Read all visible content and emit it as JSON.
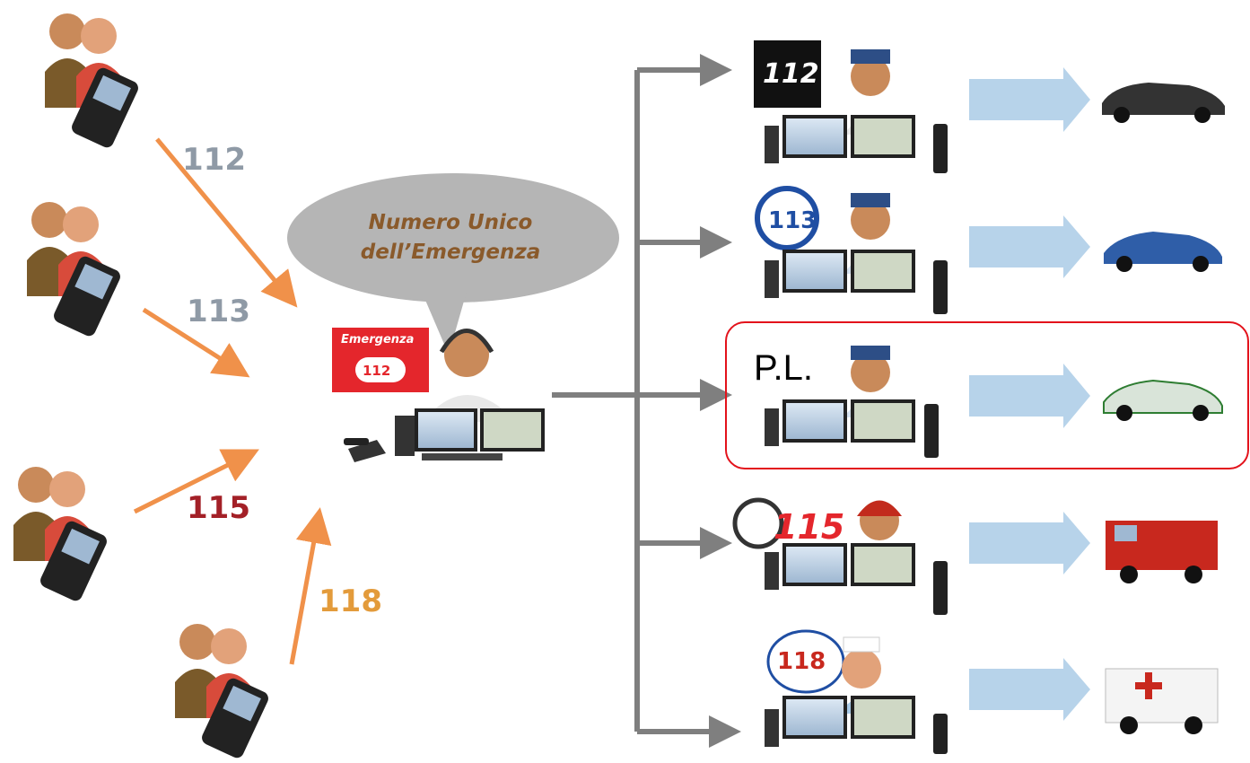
{
  "caller_labels": [
    {
      "number": "112",
      "color": "#8f9aa6"
    },
    {
      "number": "113",
      "color": "#8f9aa6"
    },
    {
      "number": "115",
      "color": "#a32027"
    },
    {
      "number": "118",
      "color": "#e39b3b"
    }
  ],
  "bubble": {
    "line1": "Numero Unico",
    "line2": "dell’Emergenza",
    "text_color": "#8a5a2b"
  },
  "central": {
    "sign_title": "Emergenza",
    "sign_number": "112",
    "sign_color": "#e4262c"
  },
  "branches": [
    {
      "logo_text": "112",
      "agent": "carabinieri",
      "vehicle": "carabinieri-car"
    },
    {
      "logo_text": "113",
      "agent": "police",
      "vehicle": "police-car"
    },
    {
      "label": "P.L.",
      "agent": "local-police",
      "vehicle": "local-police-car"
    },
    {
      "logo_text": "115",
      "agent": "firefighter",
      "vehicle": "fire-truck"
    },
    {
      "logo_text": "118",
      "agent": "doctor",
      "vehicle": "ambulance"
    }
  ],
  "highlight_color": "#e3121b",
  "arrow_color": "#f0914a",
  "connector_color": "#7f7f7f",
  "dispatch_arrow_color": "#b7d3ea"
}
